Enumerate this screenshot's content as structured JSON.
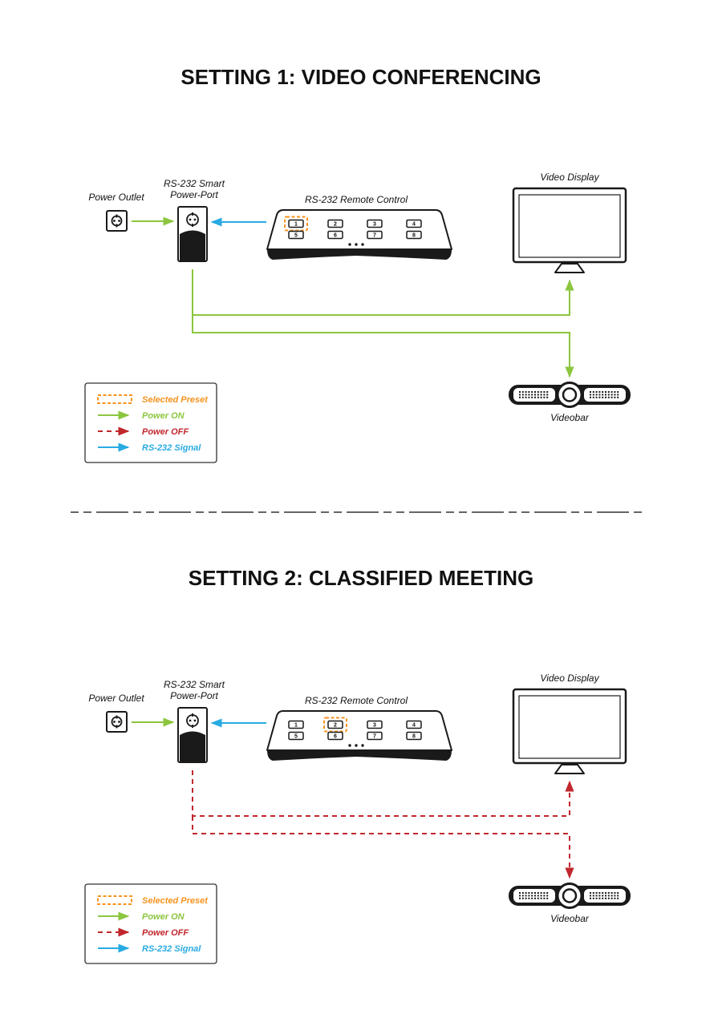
{
  "colors": {
    "power_on": "#8cc63f",
    "power_off": "#c1272d",
    "signal": "#29abe2",
    "selected": "#f7931e",
    "stroke": "#1a1a1a"
  },
  "settings": [
    {
      "title": "SETTING 1: VIDEO CONFERENCING",
      "power_state": "on",
      "selected_preset": "1",
      "labels": {
        "power_outlet": "Power Outlet",
        "power_port_line1": "RS-232 Smart",
        "power_port_line2": "Power-Port",
        "remote": "RS-232 Remote Control",
        "display": "Video Display",
        "videobar": "Videobar"
      },
      "remote_buttons": [
        "1",
        "2",
        "3",
        "4",
        "5",
        "6",
        "7",
        "8"
      ],
      "legend": [
        {
          "kind": "selected",
          "label": "Selected Preset"
        },
        {
          "kind": "power_on",
          "label": "Power ON"
        },
        {
          "kind": "power_off",
          "label": "Power OFF"
        },
        {
          "kind": "signal",
          "label": "RS-232 Signal"
        }
      ]
    },
    {
      "title": "SETTING 2: CLASSIFIED MEETING",
      "power_state": "off",
      "selected_preset": "2",
      "labels": {
        "power_outlet": "Power Outlet",
        "power_port_line1": "RS-232 Smart",
        "power_port_line2": "Power-Port",
        "remote": "RS-232 Remote Control",
        "display": "Video Display",
        "videobar": "Videobar"
      },
      "remote_buttons": [
        "1",
        "2",
        "3",
        "4",
        "5",
        "6",
        "7",
        "8"
      ],
      "legend": [
        {
          "kind": "selected",
          "label": "Selected Preset"
        },
        {
          "kind": "power_on",
          "label": "Power ON"
        },
        {
          "kind": "power_off",
          "label": "Power OFF"
        },
        {
          "kind": "signal",
          "label": "RS-232 Signal"
        }
      ]
    }
  ]
}
